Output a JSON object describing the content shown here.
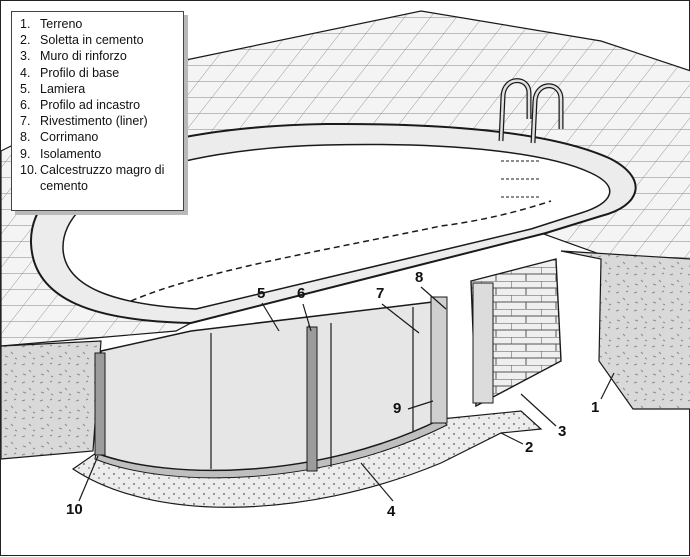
{
  "legend": {
    "items": [
      {
        "num": "1.",
        "text": "Terreno"
      },
      {
        "num": "2.",
        "text": "Soletta in cemento"
      },
      {
        "num": "3.",
        "text": "Muro di rinforzo"
      },
      {
        "num": "4.",
        "text": "Profilo di base"
      },
      {
        "num": "5.",
        "text": "Lamiera"
      },
      {
        "num": "6.",
        "text": "Profilo ad incastro"
      },
      {
        "num": "7.",
        "text": "Rivestimento (liner)"
      },
      {
        "num": "8.",
        "text": "Corrimano"
      },
      {
        "num": "9.",
        "text": "Isolamento"
      },
      {
        "num": "10.",
        "text": "Calcestruzzo magro di cemento"
      }
    ]
  },
  "callouts": {
    "c1": "1",
    "c2": "2",
    "c3": "3",
    "c4": "4",
    "c5": "5",
    "c6": "6",
    "c7": "7",
    "c8": "8",
    "c9": "9",
    "c10": "10"
  },
  "colors": {
    "tile": "#f4f4f4",
    "tile_line": "#8a8a8a",
    "soil": "#d9d9d9",
    "water": "#ffffff",
    "wall": "#e6e6e6",
    "stroke": "#1a1a1a"
  }
}
